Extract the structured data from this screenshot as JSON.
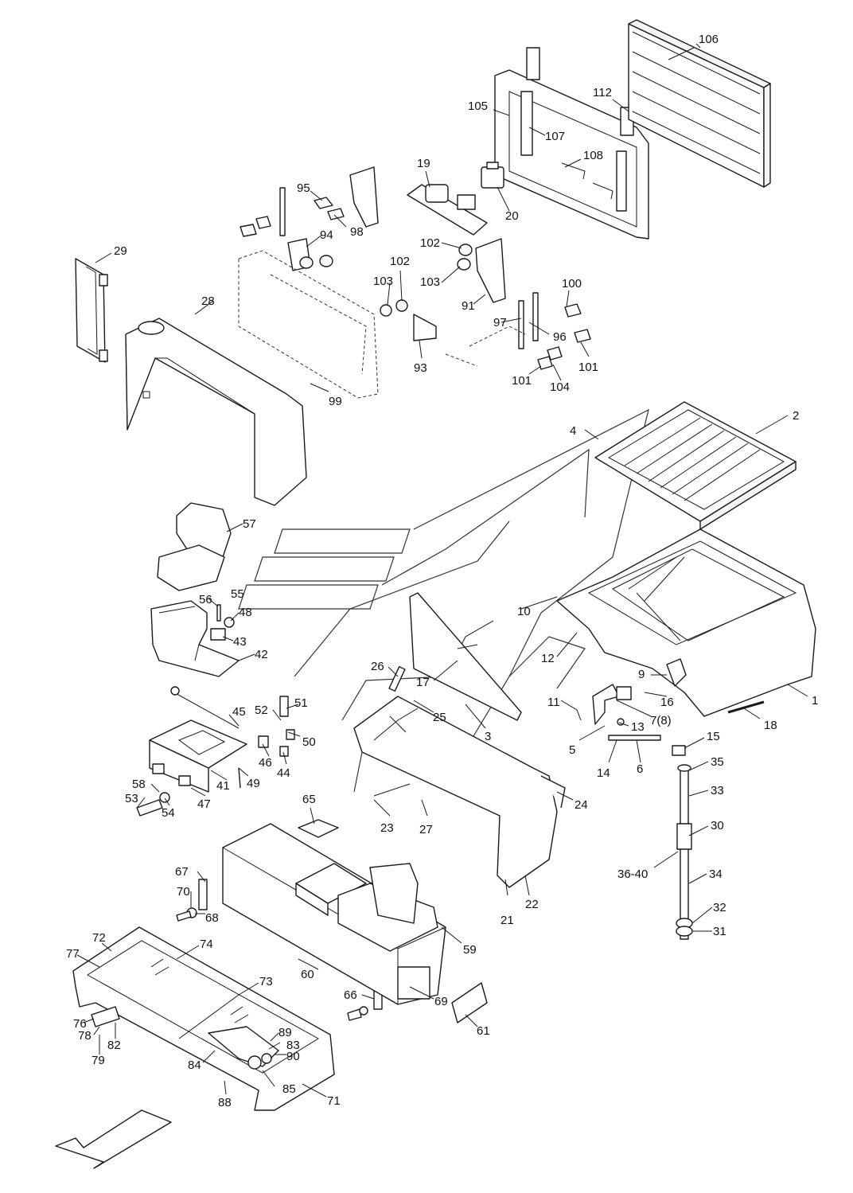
{
  "callouts": [
    {
      "id": "c106",
      "text": "106"
    },
    {
      "id": "c112",
      "text": "112"
    },
    {
      "id": "c105",
      "text": "105"
    },
    {
      "id": "c107",
      "text": "107"
    },
    {
      "id": "c108",
      "text": "108"
    },
    {
      "id": "c19",
      "text": "19"
    },
    {
      "id": "c20",
      "text": "20"
    },
    {
      "id": "c95",
      "text": "95"
    },
    {
      "id": "c98",
      "text": "98"
    },
    {
      "id": "c94",
      "text": "94"
    },
    {
      "id": "c29",
      "text": "29"
    },
    {
      "id": "c102a",
      "text": "102"
    },
    {
      "id": "c102b",
      "text": "102"
    },
    {
      "id": "c103a",
      "text": "103"
    },
    {
      "id": "c103b",
      "text": "103"
    },
    {
      "id": "c100",
      "text": "100"
    },
    {
      "id": "c91",
      "text": "91"
    },
    {
      "id": "c97",
      "text": "97"
    },
    {
      "id": "c96",
      "text": "96"
    },
    {
      "id": "c101a",
      "text": "101"
    },
    {
      "id": "c101b",
      "text": "101"
    },
    {
      "id": "c104",
      "text": "104"
    },
    {
      "id": "c28",
      "text": "28"
    },
    {
      "id": "c93",
      "text": "93"
    },
    {
      "id": "c99",
      "text": "99"
    },
    {
      "id": "c4",
      "text": "4"
    },
    {
      "id": "c2",
      "text": "2"
    },
    {
      "id": "c57",
      "text": "57"
    },
    {
      "id": "c56",
      "text": "56"
    },
    {
      "id": "c55",
      "text": "55"
    },
    {
      "id": "c48",
      "text": "48"
    },
    {
      "id": "c43",
      "text": "43"
    },
    {
      "id": "c42",
      "text": "42"
    },
    {
      "id": "c10",
      "text": "10"
    },
    {
      "id": "c26",
      "text": "26"
    },
    {
      "id": "c12",
      "text": "12"
    },
    {
      "id": "c17",
      "text": "17"
    },
    {
      "id": "c9",
      "text": "9"
    },
    {
      "id": "c16",
      "text": "16"
    },
    {
      "id": "c1",
      "text": "1"
    },
    {
      "id": "c25",
      "text": "25"
    },
    {
      "id": "c11",
      "text": "11"
    },
    {
      "id": "c7",
      "text": "7(8)"
    },
    {
      "id": "c18",
      "text": "18"
    },
    {
      "id": "c13",
      "text": "13"
    },
    {
      "id": "c3",
      "text": "3"
    },
    {
      "id": "c5",
      "text": "5"
    },
    {
      "id": "c51",
      "text": "51"
    },
    {
      "id": "c52",
      "text": "52"
    },
    {
      "id": "c45",
      "text": "45"
    },
    {
      "id": "c50",
      "text": "50"
    },
    {
      "id": "c14",
      "text": "14"
    },
    {
      "id": "c6",
      "text": "6"
    },
    {
      "id": "c15",
      "text": "15"
    },
    {
      "id": "c46",
      "text": "46"
    },
    {
      "id": "c44",
      "text": "44"
    },
    {
      "id": "c35",
      "text": "35"
    },
    {
      "id": "c49",
      "text": "49"
    },
    {
      "id": "c41",
      "text": "41"
    },
    {
      "id": "c24",
      "text": "24"
    },
    {
      "id": "c33",
      "text": "33"
    },
    {
      "id": "c58",
      "text": "58"
    },
    {
      "id": "c53",
      "text": "53"
    },
    {
      "id": "c54",
      "text": "54"
    },
    {
      "id": "c47",
      "text": "47"
    },
    {
      "id": "c23",
      "text": "23"
    },
    {
      "id": "c27",
      "text": "27"
    },
    {
      "id": "c65",
      "text": "65"
    },
    {
      "id": "c30",
      "text": "30"
    },
    {
      "id": "c36",
      "text": "36-40"
    },
    {
      "id": "c34",
      "text": "34"
    },
    {
      "id": "c67",
      "text": "67"
    },
    {
      "id": "c70",
      "text": "70"
    },
    {
      "id": "c68",
      "text": "68"
    },
    {
      "id": "c21",
      "text": "21"
    },
    {
      "id": "c22",
      "text": "22"
    },
    {
      "id": "c32",
      "text": "32"
    },
    {
      "id": "c31",
      "text": "31"
    },
    {
      "id": "c72",
      "text": "72"
    },
    {
      "id": "c74",
      "text": "74"
    },
    {
      "id": "c59",
      "text": "59"
    },
    {
      "id": "c77",
      "text": "77"
    },
    {
      "id": "c60",
      "text": "60"
    },
    {
      "id": "c73",
      "text": "73"
    },
    {
      "id": "c66",
      "text": "66"
    },
    {
      "id": "c69",
      "text": "69"
    },
    {
      "id": "c76",
      "text": "76"
    },
    {
      "id": "c78",
      "text": "78"
    },
    {
      "id": "c82",
      "text": "82"
    },
    {
      "id": "c79",
      "text": "79"
    },
    {
      "id": "c61",
      "text": "61"
    },
    {
      "id": "c89",
      "text": "89"
    },
    {
      "id": "c83",
      "text": "83"
    },
    {
      "id": "c90",
      "text": "90"
    },
    {
      "id": "c84",
      "text": "84"
    },
    {
      "id": "c85",
      "text": "85"
    },
    {
      "id": "c88",
      "text": "88"
    },
    {
      "id": "c71",
      "text": "71"
    }
  ]
}
